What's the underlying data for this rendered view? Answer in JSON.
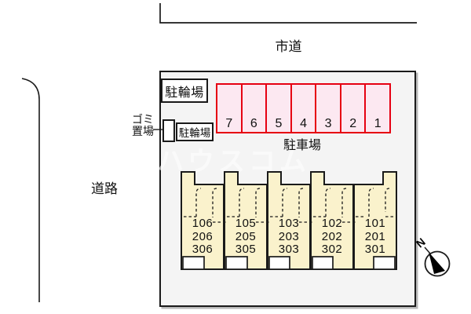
{
  "roads": {
    "top_label": "市道",
    "left_label": "道路"
  },
  "site": {
    "bicycle_parking_top_label": "駐輪場",
    "bicycle_parking_side_label": "駐輪場",
    "garbage_label_line1": "ゴミ",
    "garbage_label_line2": "置場",
    "parking_area_label": "駐車場",
    "watermark": "ハウスコム"
  },
  "parking": {
    "spaces": [
      "7",
      "6",
      "5",
      "4",
      "3",
      "2",
      "1"
    ]
  },
  "building": {
    "units": [
      {
        "rooms": [
          "106",
          "206",
          "306"
        ]
      },
      {
        "rooms": [
          "105",
          "205",
          "305"
        ]
      },
      {
        "rooms": [
          "103",
          "203",
          "303"
        ]
      },
      {
        "rooms": [
          "102",
          "202",
          "302"
        ]
      },
      {
        "rooms": [
          "101",
          "201",
          "301"
        ]
      }
    ]
  },
  "compass": {
    "north_label": "N"
  },
  "colors": {
    "site_bg": "#f4f4f4",
    "line": "#1a1a1a",
    "parking_fill": "#fce8f1",
    "parking_border": "#e60012",
    "building_fill": "#faf2cc"
  }
}
